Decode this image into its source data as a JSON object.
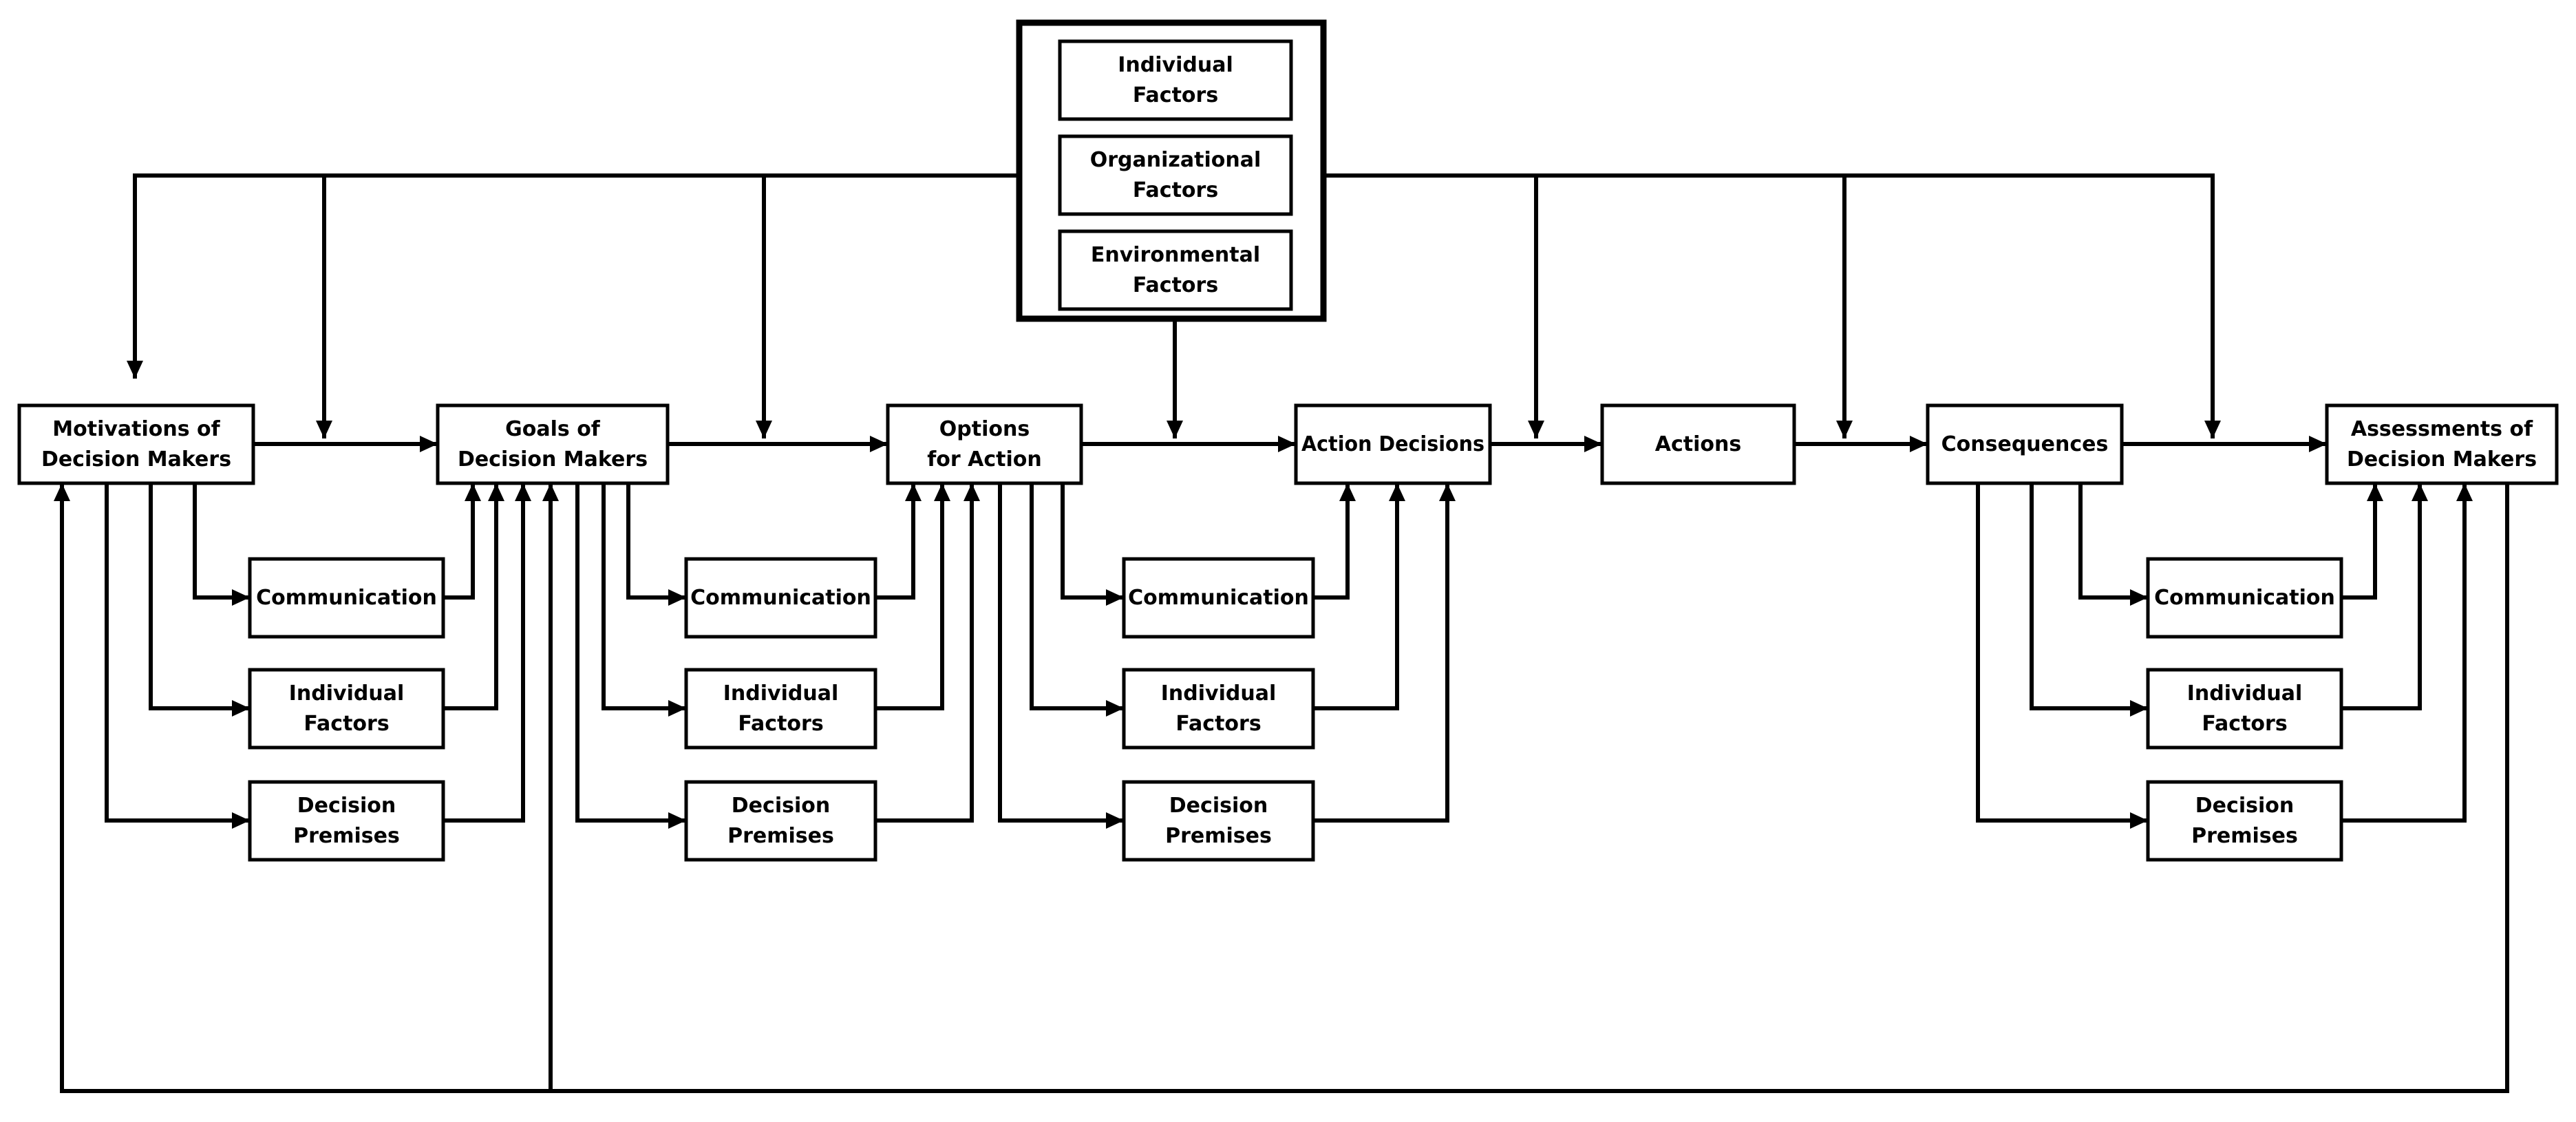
{
  "diagram": {
    "context": {
      "individual_factors": [
        "Individual",
        "Factors"
      ],
      "organizational_factors": [
        "Organizational",
        "Factors"
      ],
      "environmental_factors": [
        "Environmental",
        "Factors"
      ]
    },
    "main": {
      "motivations": [
        "Motivations of",
        "Decision Makers"
      ],
      "goals": [
        "Goals of",
        "Decision Makers"
      ],
      "options": [
        "Options",
        "for Action"
      ],
      "action_decisions": [
        "Action Decisions"
      ],
      "actions": [
        "Actions"
      ],
      "consequences": [
        "Consequences"
      ],
      "assessments": [
        "Assessments of",
        "Decision Makers"
      ]
    },
    "sub": {
      "communication": [
        "Communication"
      ],
      "individual_factors": [
        "Individual",
        "Factors"
      ],
      "decision_premises": [
        "Decision",
        "Premises"
      ]
    }
  }
}
